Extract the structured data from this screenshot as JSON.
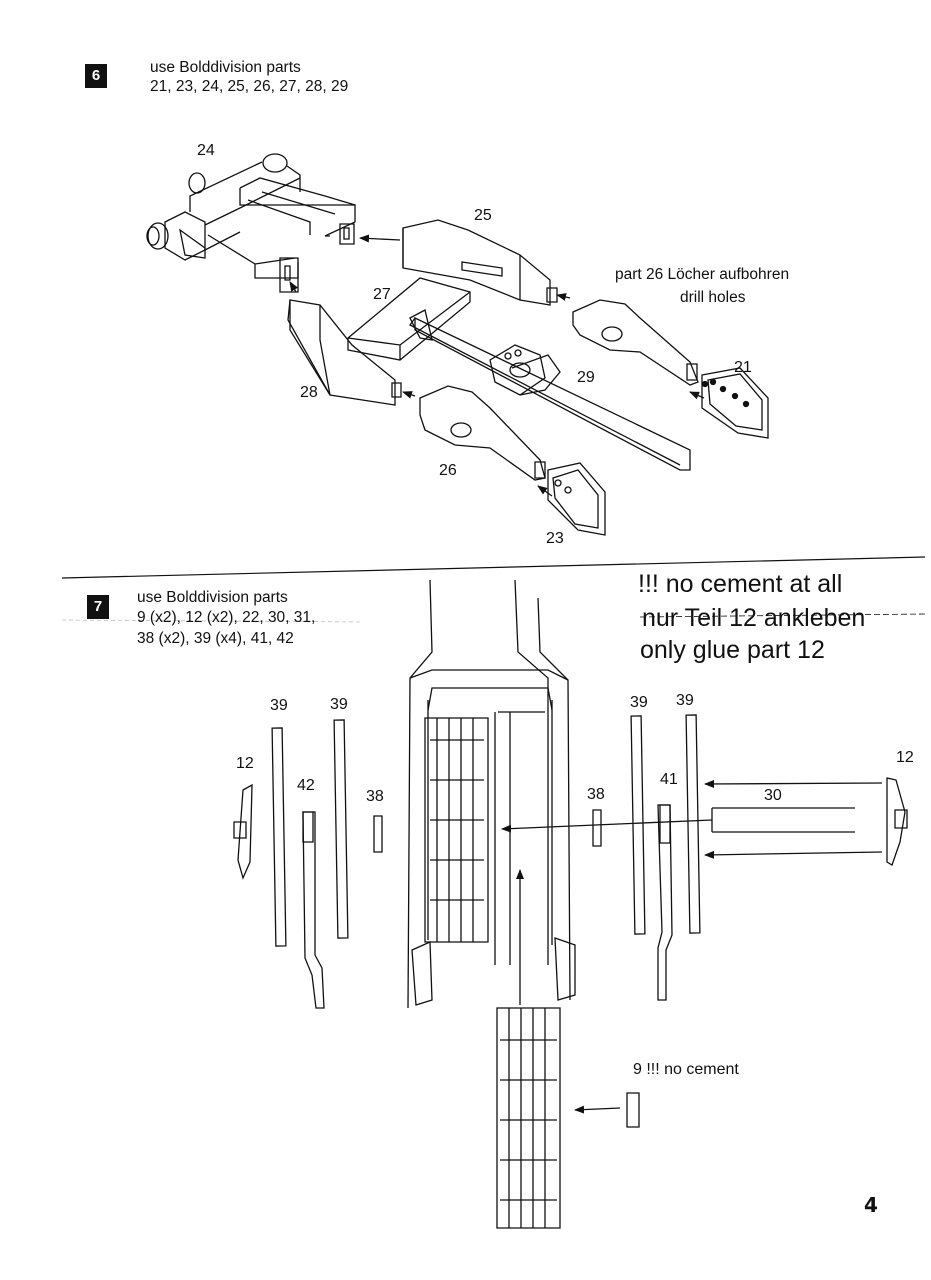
{
  "step6": {
    "number": "6",
    "line1": "use Bolddivision parts",
    "line2": "21, 23, 24, 25, 26, 27, 28, 29",
    "note1": "part 26 Löcher aufbohren",
    "note2": "drill holes",
    "labels": {
      "p24": "24",
      "p25": "25",
      "p27": "27",
      "p21": "21",
      "p29": "29",
      "p28": "28",
      "p26": "26",
      "p23": "23"
    }
  },
  "step7": {
    "number": "7",
    "line1": "use Bolddivision parts",
    "line2": "9 (x2), 12 (x2), 22, 30, 31,",
    "line3": "38 (x2), 39 (x4), 41, 42",
    "warn1": "!!! no cement at all",
    "warn2": "nur Teil 12 ankleben",
    "warn3": "only glue part 12",
    "note9": "9 !!! no cement",
    "labels": {
      "l39a": "39",
      "l39b": "39",
      "l39c": "39",
      "l39d": "39",
      "l12a": "12",
      "l12b": "12",
      "l42": "42",
      "l38a": "38",
      "l38b": "38",
      "l41": "41",
      "l30": "30"
    }
  },
  "page_number": "4"
}
